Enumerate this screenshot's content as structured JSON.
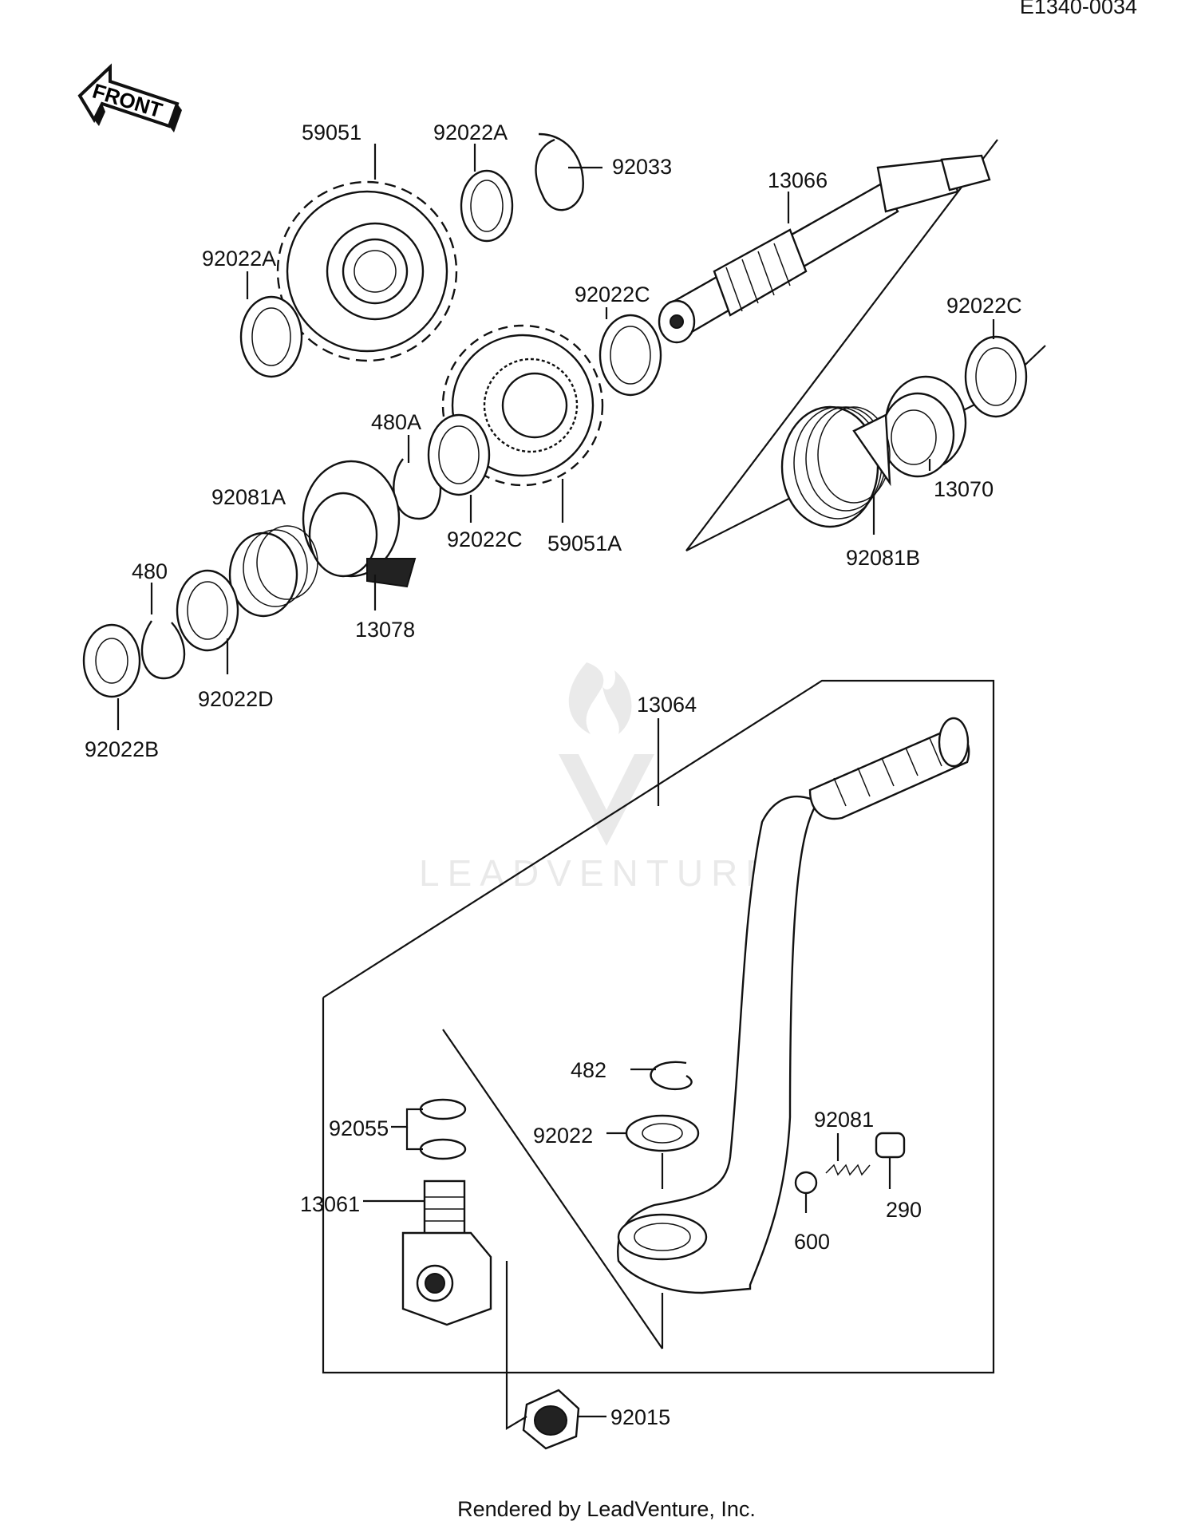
{
  "diagram_code": "E1340-0034",
  "front_label": "FRONT",
  "footer": "Rendered by LeadVenture, Inc.",
  "watermark": "LEADVENTURE",
  "parts": {
    "p59051": "59051",
    "p92022A_top": "92022A",
    "p92033": "92033",
    "p13066": "13066",
    "p92022A_left": "92022A",
    "p92022C_mid": "92022C",
    "p92022C_right": "92022C",
    "p480A": "480A",
    "p92081A": "92081A",
    "p13070": "13070",
    "p92022C_low": "92022C",
    "p59051A": "59051A",
    "p92081B": "92081B",
    "p480": "480",
    "p13078": "13078",
    "p92022D": "92022D",
    "p92022B": "92022B",
    "p13064": "13064",
    "p482": "482",
    "p92022": "92022",
    "p92055": "92055",
    "p92081": "92081",
    "p13061": "13061",
    "p290": "290",
    "p600": "600",
    "p92015": "92015"
  }
}
